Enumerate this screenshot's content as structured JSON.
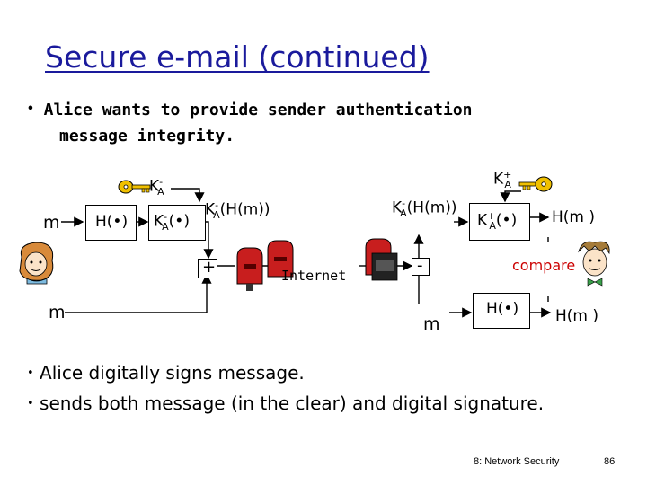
{
  "title": "Secure e-mail (continued)",
  "intro_bullet": {
    "marker": "•",
    "line1": "Alice wants to provide sender authentication",
    "line2": "message integrity."
  },
  "diagram": {
    "m_input": "m",
    "m_lower_left": "m",
    "m_lower_right": "m",
    "hash_sender": "H(•)",
    "hash_receiver": "H(•)",
    "key_private_main": "K",
    "key_private_sup": "-",
    "key_private_sub": "A",
    "key_public_main": "K",
    "key_public_sup": "+",
    "key_public_sub": "A",
    "sign_box": {
      "main": "K",
      "sup": "-",
      "sub": "A",
      "arg": "(•)"
    },
    "verify_box": {
      "main": "K",
      "sup": "+",
      "sub": "A",
      "arg": "(•)"
    },
    "signature_sender": {
      "main": "K",
      "sup": "-",
      "sub": "A",
      "arg": "(H(m))"
    },
    "signature_receiver": {
      "main": "K",
      "sup": "-",
      "sub": "A",
      "arg": "(H(m))"
    },
    "plus_operator": "+",
    "minus_operator": "-",
    "internet_label": "Internet",
    "hm_recovered": "H(m )",
    "hm_computed": "H(m )",
    "compare_label": "compare",
    "compare_color": "#cc0000"
  },
  "bottom_bullets": [
    {
      "marker": "•",
      "text": "Alice digitally signs message."
    },
    {
      "marker": "•",
      "text": "sends both message (in the clear) and digital signature."
    }
  ],
  "footer": {
    "source": "8: Network Security",
    "page": "86"
  }
}
